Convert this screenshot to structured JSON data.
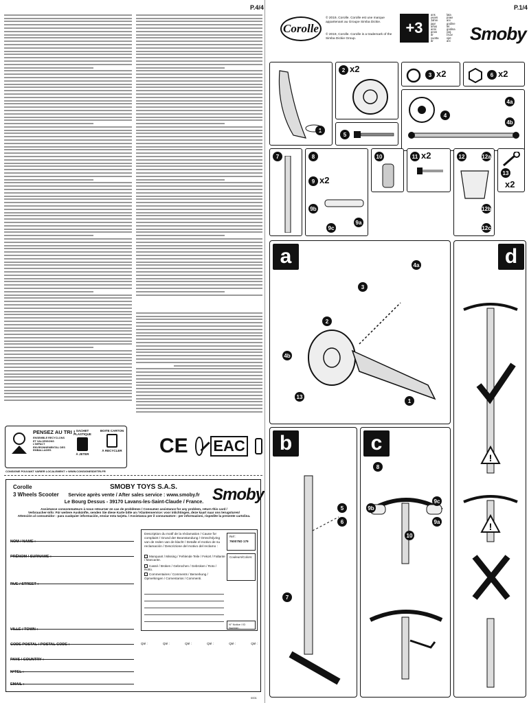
{
  "left_page": {
    "page_number": "P.4/4",
    "pictogram_title": "PENSEZ AU TRI !",
    "pictogram_subtitle": "ENSEMBLE RECYCLONS ET VALORISONS L'IMPACT ENVIRONNEMENTAL DES EMBALLAGES",
    "recycle_bag_title": "SACHET PLASTIQUE",
    "recycle_bag_action": "À JETER",
    "recycle_box_title": "BOITE CARTON",
    "recycle_box_action": "À RECYCLER",
    "recycle_footer": "CONSIGNE POUVANT VARIER LOCALEMENT > WWW.CONSIGNESDETRI.FR",
    "ce_mark": "CE",
    "eac_mark": "EAC",
    "fr_section_labels": [
      "TR -",
      "BG -",
      "RU -",
      "CZ -",
      "SK -",
      "GR -",
      "BH -",
      "RO -"
    ]
  },
  "form": {
    "brand_left": "Corolle",
    "product": "3 Wheels Scooter",
    "company": "SMOBY TOYS S.A.S.",
    "service": "Service après vente / After sales service : www.smoby.fr",
    "address": "Le Bourg Dessus - 39170 Lavans-les-Saint-Claude / France.",
    "brand_right": "Smoby",
    "notice_lines": [
      "Assistance consommateurs à nous retourner en cas de problèmes / Consumer assistance for any problem, return this card /",
      "Verbraucher-Info: Für weitere Auskünfte, senden Sie diese Karte bitte an / Klantenservice: voor inlichtingen, deze kaart naar ons terugsturen/",
      "Attención al consumidor : para cualquier información, enviar esta tarjeta. / Assistanza per il consumatore : per informazioni, rispedite la presente cartolina."
    ],
    "fields": [
      {
        "label": "NOM / NAME :"
      },
      {
        "label": "PRÉNOM / SURNAME :"
      },
      {
        "label": "RUE / STREET :"
      },
      {
        "label": "VILLE / TOWN :"
      },
      {
        "label": "CODE POSTAL / POSTAL CODE :"
      },
      {
        "label": "PAYS / COUNTRY :"
      },
      {
        "label": "N°TEL :"
      },
      {
        "label": "EMAIL :"
      }
    ],
    "desc_title": "Description du motif de la réclamation / Cause for complaint / Grund der Beanstandung / Omschrijving van de reden van de klacht / Detalle el motivo de su reclamación / Descrizione del motivo del reclamo :",
    "ref_label": "Ref :",
    "ref_value": "760075D 179",
    "options": [
      "Manquant / Missing / Fehlende Teile / Fekort / Faltante / Mancante.",
      "Cassé / Broken / Gebrochen / Gebroken / Roto / Rotto.",
      "Commentaires / Comments / Bemerkung / Opmerkingen / Comentarios / Commenti."
    ],
    "colors_label": "Couleurs/Colors:",
    "notice_label": "N° Notice / ID Number :",
    "qty_label": "Qté :"
  },
  "right_page": {
    "page_number": "P.1/4",
    "copyright_fr": "© 2019, Corolle. Corolle est une marque appartenant au Groupe Simba Dickie.",
    "copyright_en": "© 2019, Corolle. Corolle is a trademark of the Simba Dickie Group.",
    "age_badge": "+3",
    "age_lines": [
      "ans",
      "years",
      "Jahre",
      "jaar",
      "años",
      "anni",
      "anos",
      "år",
      "vuotta",
      "år"
    ],
    "age_lines_2": [
      "lata",
      "роки",
      "ani",
      "godine",
      "let",
      "godina",
      "yaş",
      "ετών",
      "vjet",
      "ani"
    ],
    "brand": "Smoby",
    "corolle": "Corolle",
    "parts": [
      {
        "num": "1",
        "qty": ""
      },
      {
        "num": "2",
        "qty": "x2"
      },
      {
        "num": "3",
        "qty": "x2"
      },
      {
        "num": "4",
        "qty": ""
      },
      {
        "num": "4a",
        "qty": ""
      },
      {
        "num": "4b",
        "qty": ""
      },
      {
        "num": "5",
        "qty": ""
      },
      {
        "num": "6",
        "qty": "x2"
      },
      {
        "num": "7",
        "qty": ""
      },
      {
        "num": "8",
        "qty": ""
      },
      {
        "num": "9",
        "qty": "x2"
      },
      {
        "num": "9a",
        "qty": ""
      },
      {
        "num": "9b",
        "qty": ""
      },
      {
        "num": "9c",
        "qty": ""
      },
      {
        "num": "10",
        "qty": ""
      },
      {
        "num": "11",
        "qty": "x2"
      },
      {
        "num": "12",
        "qty": ""
      },
      {
        "num": "12a",
        "qty": ""
      },
      {
        "num": "12b",
        "qty": ""
      },
      {
        "num": "12c",
        "qty": ""
      },
      {
        "num": "13",
        "qty": "x2"
      }
    ],
    "steps": [
      "a",
      "b",
      "c",
      "d"
    ],
    "step_a_callouts": [
      "2",
      "3",
      "4a",
      "4b",
      "13",
      "1"
    ],
    "step_b_callouts": [
      "7",
      "5",
      "6"
    ],
    "step_c_callouts": [
      "8",
      "9b",
      "9c",
      "10",
      "9a"
    ],
    "barcode_text": "0001"
  },
  "colors": {
    "ink": "#111111",
    "fold": "#999999",
    "paper": "#ffffff"
  }
}
